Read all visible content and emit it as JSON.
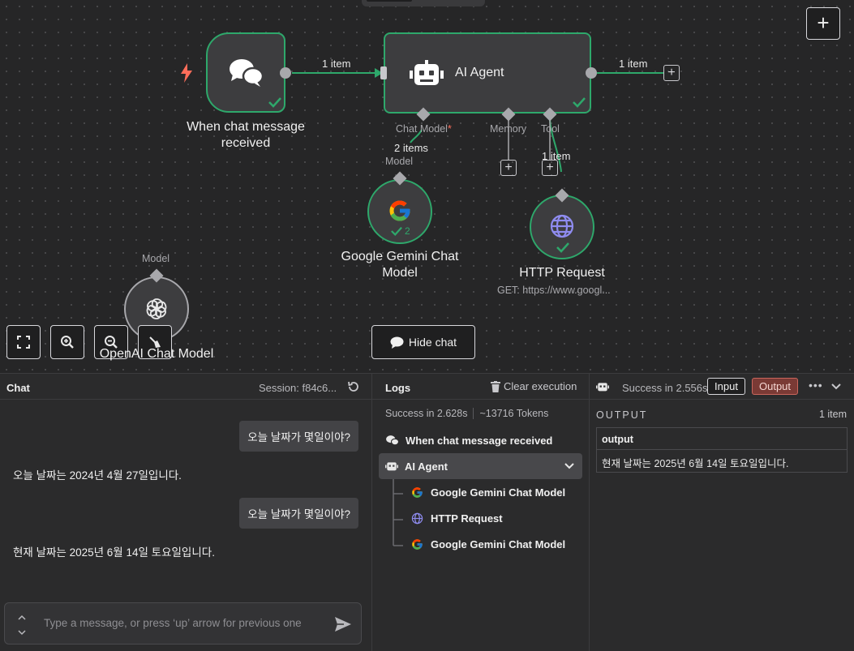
{
  "canvas": {
    "nodes": {
      "trigger": {
        "label": "When chat message received"
      },
      "agent": {
        "label": "AI Agent"
      },
      "gemini": {
        "label": "Google Gemini Chat Model",
        "run_count": "2"
      },
      "http": {
        "label": "HTTP Request",
        "subtitle": "GET: https://www.googl..."
      },
      "openai": {
        "label": "OpenAI Chat Model"
      }
    },
    "connections": {
      "trigger_to_agent": "1 item",
      "agent_out": "1 item",
      "chat_model_items": "2 items",
      "tool_items": "1 item"
    },
    "ports": {
      "chat_model": "Chat Model",
      "chat_model_required": "*",
      "memory": "Memory",
      "tool": "Tool",
      "gemini_model": "Model",
      "openai_model": "Model"
    },
    "hide_chat_label": "Hide chat"
  },
  "chat": {
    "title": "Chat",
    "session": "Session: f84c6...",
    "messages": [
      {
        "role": "user",
        "text": "오늘 날짜가 몇일이야?"
      },
      {
        "role": "bot",
        "text": "오늘 날짜는 2024년 4월 27일입니다."
      },
      {
        "role": "user",
        "text": "오늘 날짜가 몇일이야?"
      },
      {
        "role": "bot",
        "text": "현재 날짜는 2025년 6월 14일 토요일입니다."
      }
    ],
    "input_placeholder": "Type a message, or press ‘up’ arrow for previous one"
  },
  "logs": {
    "title": "Logs",
    "clear_label": "Clear execution",
    "status": "Success in 2.628s",
    "tokens": "~13716 Tokens",
    "items": [
      {
        "label": "When chat message received",
        "icon": "chat-icon"
      },
      {
        "label": "AI Agent",
        "icon": "robot-icon"
      },
      {
        "label": "Google Gemini Chat Model",
        "icon": "google-icon"
      },
      {
        "label": "HTTP Request",
        "icon": "globe-icon"
      },
      {
        "label": "Google Gemini Chat Model",
        "icon": "google-icon"
      }
    ]
  },
  "output": {
    "status": "Success in 2.556s",
    "input_tab": "Input",
    "output_tab": "Output",
    "heading": "OUTPUT",
    "count": "1 item",
    "column": "output",
    "value": "현재 날짜는 2025년 6월 14일 토요일입니다."
  },
  "colors": {
    "success": "#2ea86b",
    "accent": "#ff6d5a",
    "output_tab_bg": "#7a3a35"
  }
}
